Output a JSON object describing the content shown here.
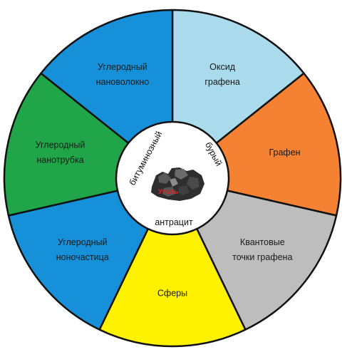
{
  "center": {
    "coal_label": "Уголь",
    "ring_labels": {
      "bituminous": "битуминозный",
      "brown": "бурый",
      "anthracite": "антрацит"
    }
  },
  "segments": [
    {
      "id": "graphene-oxide",
      "lines": [
        "Оксид",
        "графена"
      ],
      "color": "#a9dbec"
    },
    {
      "id": "graphene",
      "lines": [
        "Графен"
      ],
      "color": "#f58233"
    },
    {
      "id": "graphene-quantum-dots",
      "lines": [
        "Квантовые",
        "точки графена"
      ],
      "color": "#bdbdbd"
    },
    {
      "id": "spheres",
      "lines": [
        "Сферы"
      ],
      "color": "#fff200"
    },
    {
      "id": "carbon-nanoparticle",
      "lines": [
        "Углеродный",
        "ноночастица"
      ],
      "color": "#1590d9"
    },
    {
      "id": "carbon-nanotube",
      "lines": [
        "Углеродный",
        "нанотрубка"
      ],
      "color": "#20a548"
    },
    {
      "id": "carbon-nanofiber",
      "lines": [
        "Углеродный",
        "нановолокно"
      ],
      "color": "#1590d9"
    }
  ],
  "colors": {
    "outline": "#111111",
    "hub_fill": "#ffffff",
    "coal_dark": "#2e2e2e"
  },
  "icons": [
    "coal-icon"
  ]
}
